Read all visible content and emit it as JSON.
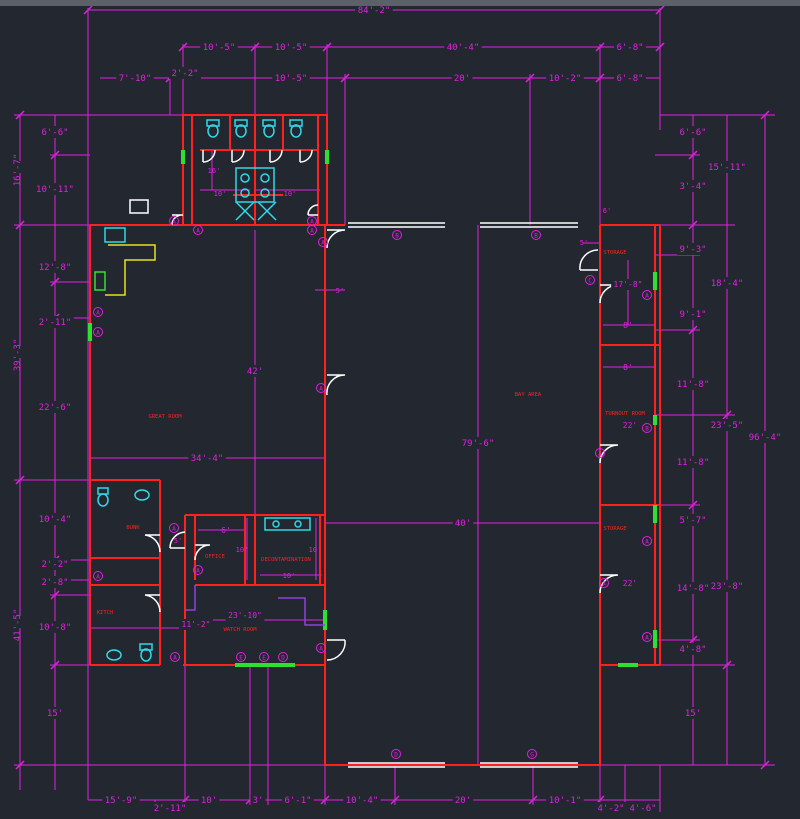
{
  "colors": {
    "background": "#232830",
    "dimension": "#e020e0",
    "wall": "#ff2020",
    "label": "#ff2020",
    "fixture": "#30d8e8",
    "window": "#ffffff",
    "door": "#ffffff",
    "accent_green": "#30e030",
    "accent_yellow": "#e8e020"
  },
  "dimensions": {
    "overall_width": "84'-2\"",
    "overall_depth": "96'-4\"",
    "top1": [
      "10'-5\"",
      "10'-5\"",
      "40'-4\"",
      "6'-8\""
    ],
    "top2": [
      "2'-2\"",
      "10'-5\"",
      "20'",
      "10'-2\"",
      "6'-8\""
    ],
    "top_left": "7'-10\"",
    "bottom": [
      "15'-9\"",
      "10'",
      "3'",
      "6'-1\"",
      "10'-4\"",
      "20'",
      "10'-1\"",
      "4'-2\"",
      "4'-6\""
    ],
    "bottom_left2": "2'-11\"",
    "left_outer": [
      "16'-7\"",
      "39'-3\"",
      "41'-5\""
    ],
    "left_inner": [
      "6'-6\"",
      "10'-11\"",
      "12'-8\"",
      "2'-11\"",
      "22'-6\"",
      "10'-4\"",
      "2'-2\"",
      "2'-8\"",
      "10'-8\"",
      "15'"
    ],
    "right_inner": [
      "6'-6\"",
      "3'-4\"",
      "9'-3\"",
      "9'-1\"",
      "11'-8\"",
      "11'-8\"",
      "5'-7\"",
      "14'-8\"",
      "4'-8\"",
      "15'"
    ],
    "right_mid": [
      "15'-11\"",
      "18'-4\"",
      "23'-5\"",
      "23'-8\""
    ],
    "interior": {
      "great_room_height": "42'",
      "great_room_width": "34'-4\"",
      "bay_depth": "79'-6\"",
      "bay_mid": "40'",
      "watch_room_width": "23'-10\"",
      "watch_room_left": "11'-2\"",
      "toilet_w1": "10'",
      "toilet_w2": "10'",
      "toilet_h": "16'",
      "storage1": "17'-8\"",
      "storage1_w": "8'",
      "turnout_w": "8'",
      "turnout_h": "22'",
      "storage2_h": "22'",
      "office_w": "6'",
      "office_h": "10'",
      "decon_w": "10'",
      "decon_h": "10'",
      "bunk_gap": "5'",
      "small_6": "6'",
      "door_gap": "5'"
    }
  },
  "rooms": {
    "great_room": "GREAT ROOM",
    "bay_area": "BAY AREA",
    "bunk": "BUNK",
    "office": "OFFICE",
    "decontamination": "DECONTAMINATION",
    "watch_room": "WATCH ROOM",
    "kitchen": "KITCH",
    "storage_top": "STORAGE",
    "turnout_room": "TURNOUT ROOM",
    "storage_bottom": "STORAGE"
  },
  "markers": {
    "a": "A",
    "b": "B",
    "c": "C",
    "d": "D",
    "e": "E",
    "g": "G"
  }
}
